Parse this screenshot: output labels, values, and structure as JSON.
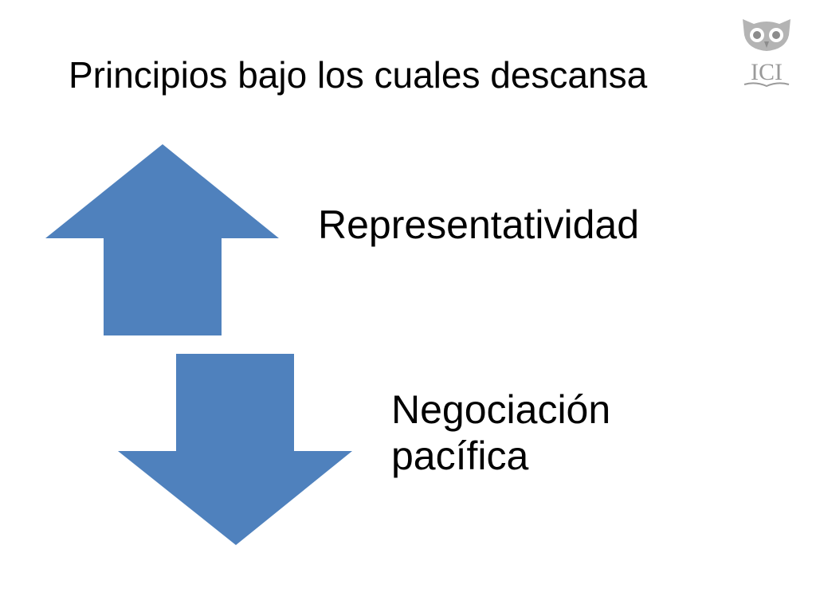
{
  "title": "Principios bajo los cuales descansa",
  "logo": {
    "icon": "owl-icon",
    "text": "ICI",
    "color": "#9a9a9a"
  },
  "diagram": {
    "arrow_color": "#4f81bd",
    "items": [
      {
        "direction": "up",
        "label": "Representatividad"
      },
      {
        "direction": "down",
        "label": "Negociación pacífica"
      }
    ]
  }
}
